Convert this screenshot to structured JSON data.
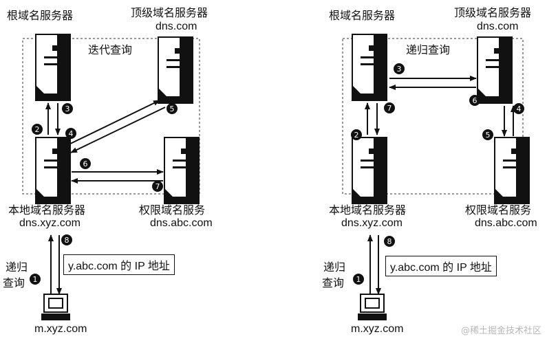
{
  "left": {
    "root_label": "根域名服务器",
    "tld_label": "顶级域名服务器",
    "tld_host": "dns.com",
    "mode_label": "迭代查询",
    "local_label": "本地域名服务器",
    "local_host": "dns.xyz.com",
    "auth_label": "权限域名服务",
    "auth_host": "dns.abc.com",
    "recursive_label_1": "递归",
    "recursive_label_2": "查询",
    "answer_box": "y.abc.com 的 IP 地址",
    "client_host": "m.xyz.com",
    "steps": [
      "1",
      "2",
      "3",
      "4",
      "5",
      "6",
      "7",
      "8"
    ]
  },
  "right": {
    "root_label": "根域名服务器",
    "tld_label": "顶级域名服务器",
    "tld_host": "dns.com",
    "mode_label": "递归查询",
    "local_label": "本地域名服务器",
    "local_host": "dns.xyz.com",
    "auth_label": "权限域名服务",
    "auth_host": "dns.abc.com",
    "recursive_label_1": "递归",
    "recursive_label_2": "查询",
    "answer_box": "y.abc.com 的 IP 地址",
    "client_host": "m.xyz.com",
    "steps": [
      "1",
      "2",
      "3",
      "4",
      "5",
      "6",
      "7",
      "8"
    ]
  },
  "watermark": "@稀土掘金技术社区"
}
